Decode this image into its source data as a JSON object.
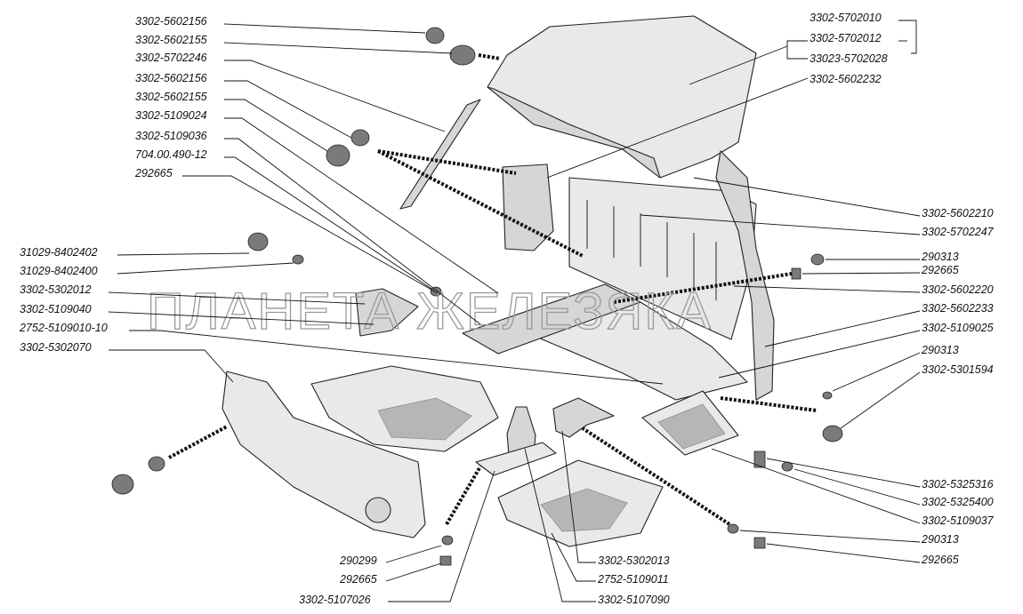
{
  "watermark": "ПЛАНЕТА ЖЕЛЕЗЯКА",
  "left_labels": [
    "3302-5602156",
    "3302-5602155",
    "3302-5702246",
    "3302-5602156",
    "3302-5602155",
    "3302-5109024",
    "3302-5109036",
    "704.00.490-12",
    "292665",
    "31029-8402402",
    "31029-8402400",
    "3302-5302012",
    "3302-5109040",
    "2752-5109010-10",
    "3302-5302070"
  ],
  "right_labels": [
    "3302-5702010",
    "3302-5702012",
    "33023-5702028",
    "3302-5602232",
    "3302-5602210",
    "3302-5702247",
    "290313",
    "292665",
    "3302-5602220",
    "3302-5602233",
    "3302-5109025",
    "290313",
    "3302-5301594",
    "3302-5325316",
    "3302-5325400",
    "3302-5109037",
    "290313",
    "292665"
  ],
  "bottom_labels": [
    "290299",
    "292665",
    "3302-5107026",
    "3302-5302013",
    "2752-5109011",
    "3302-5107090"
  ]
}
